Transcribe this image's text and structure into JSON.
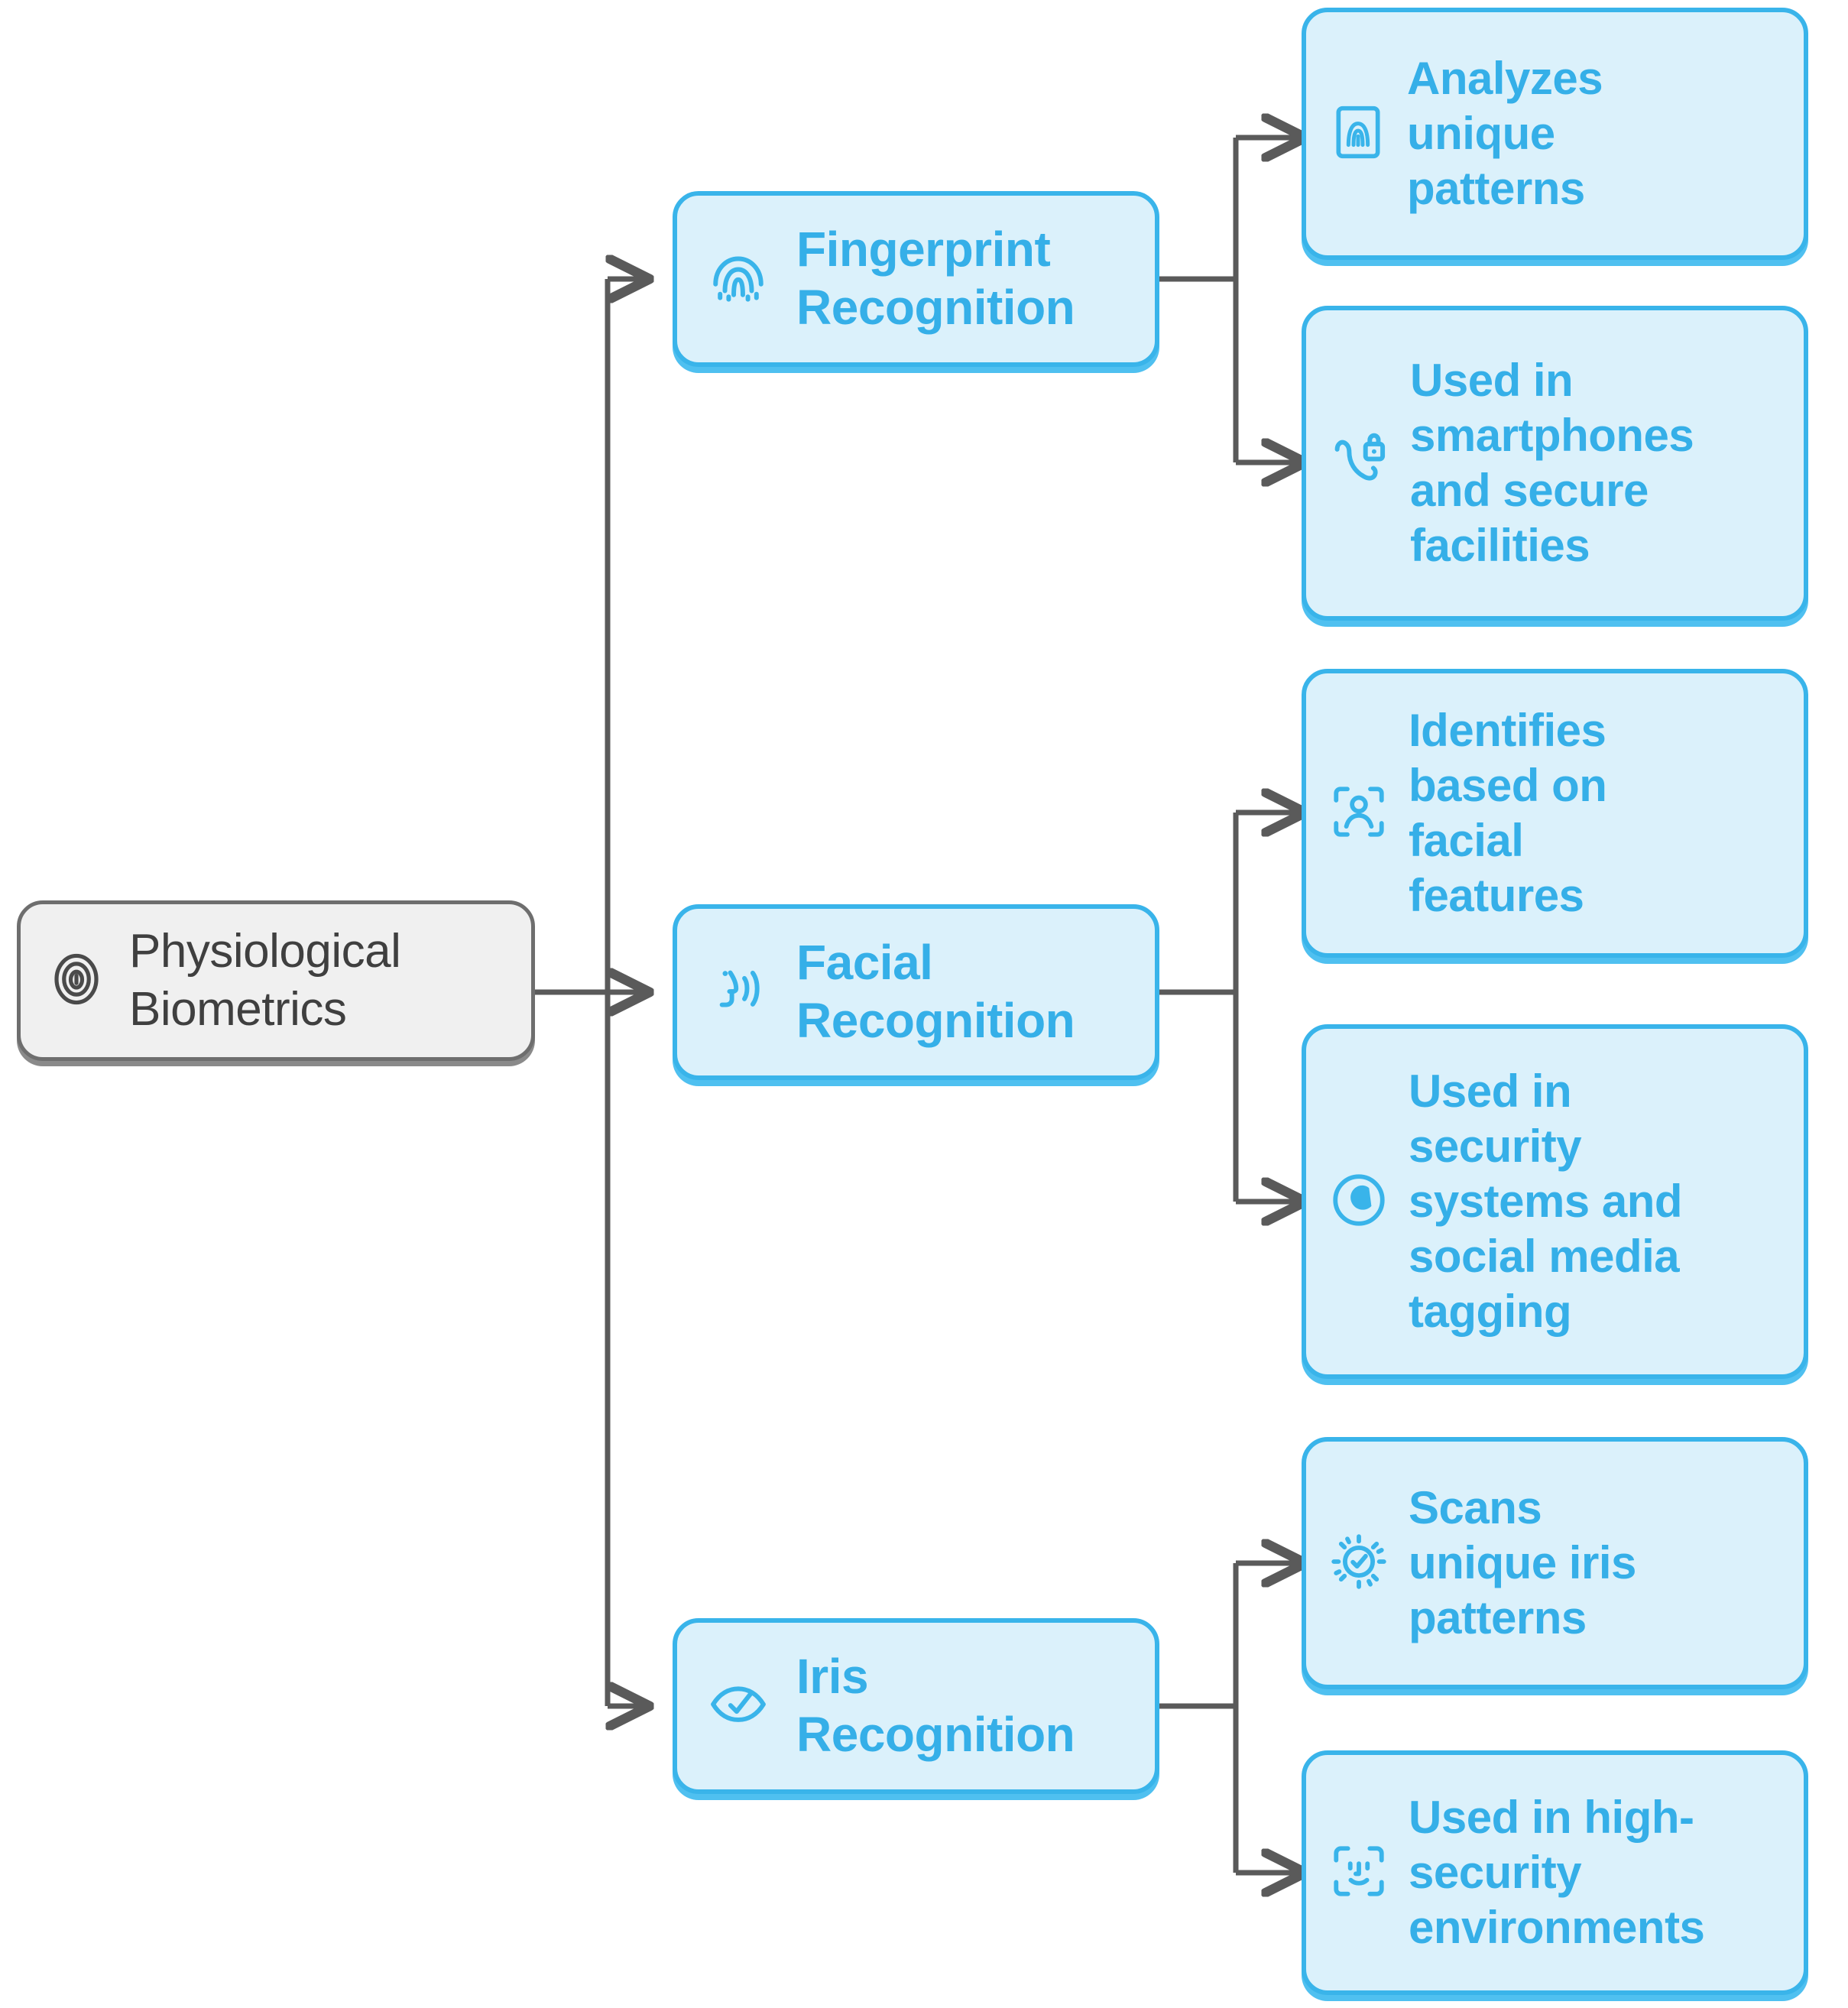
{
  "diagram": {
    "type": "hierarchy-tree",
    "orientation": "left-to-right",
    "colors": {
      "root_fill": "#f0f0f0",
      "root_border": "#6e6e6e",
      "root_text": "#3f3f3f",
      "node_fill": "#dbf1fb",
      "node_border": "#39b4ea",
      "node_text": "#35afe8",
      "edge": "#5a5a5a",
      "background": "#ffffff"
    },
    "root": {
      "id": "physiological-biometrics",
      "label": "Physiological\nBiometrics",
      "icon": "fingerprint-circle-icon"
    },
    "branches": [
      {
        "id": "fingerprint-recognition",
        "label": "Fingerprint\nRecognition",
        "icon": "fingerprint-icon",
        "children": [
          {
            "id": "analyzes-unique-patterns",
            "label": "Analyzes\nunique\npatterns",
            "icon": "fingerprint-scan-frame-icon"
          },
          {
            "id": "smartphones-secure-facilities",
            "label": "Used in\nsmartphones\nand secure\nfacilities",
            "icon": "phone-lock-icon"
          }
        ]
      },
      {
        "id": "facial-recognition",
        "label": "Facial\nRecognition",
        "icon": "face-profile-signal-icon"
      },
      {
        "id": "iris-recognition",
        "label": "Iris\nRecognition",
        "icon": "eye-check-icon"
      }
    ],
    "facial_children": [
      {
        "id": "identifies-facial-features",
        "label": "Identifies\nbased on\nfacial\nfeatures",
        "icon": "face-scan-brackets-icon"
      },
      {
        "id": "security-social-media-tagging",
        "label": "Used in\nsecurity\nsystems and\nsocial media\ntagging",
        "icon": "eye-circle-icon"
      }
    ],
    "iris_children": [
      {
        "id": "scans-unique-iris-patterns",
        "label": "Scans\nunique iris\npatterns",
        "icon": "iris-scan-sun-icon"
      },
      {
        "id": "high-security-environments",
        "label": "Used in high-\nsecurity\nenvironments",
        "icon": "face-id-icon"
      }
    ]
  }
}
